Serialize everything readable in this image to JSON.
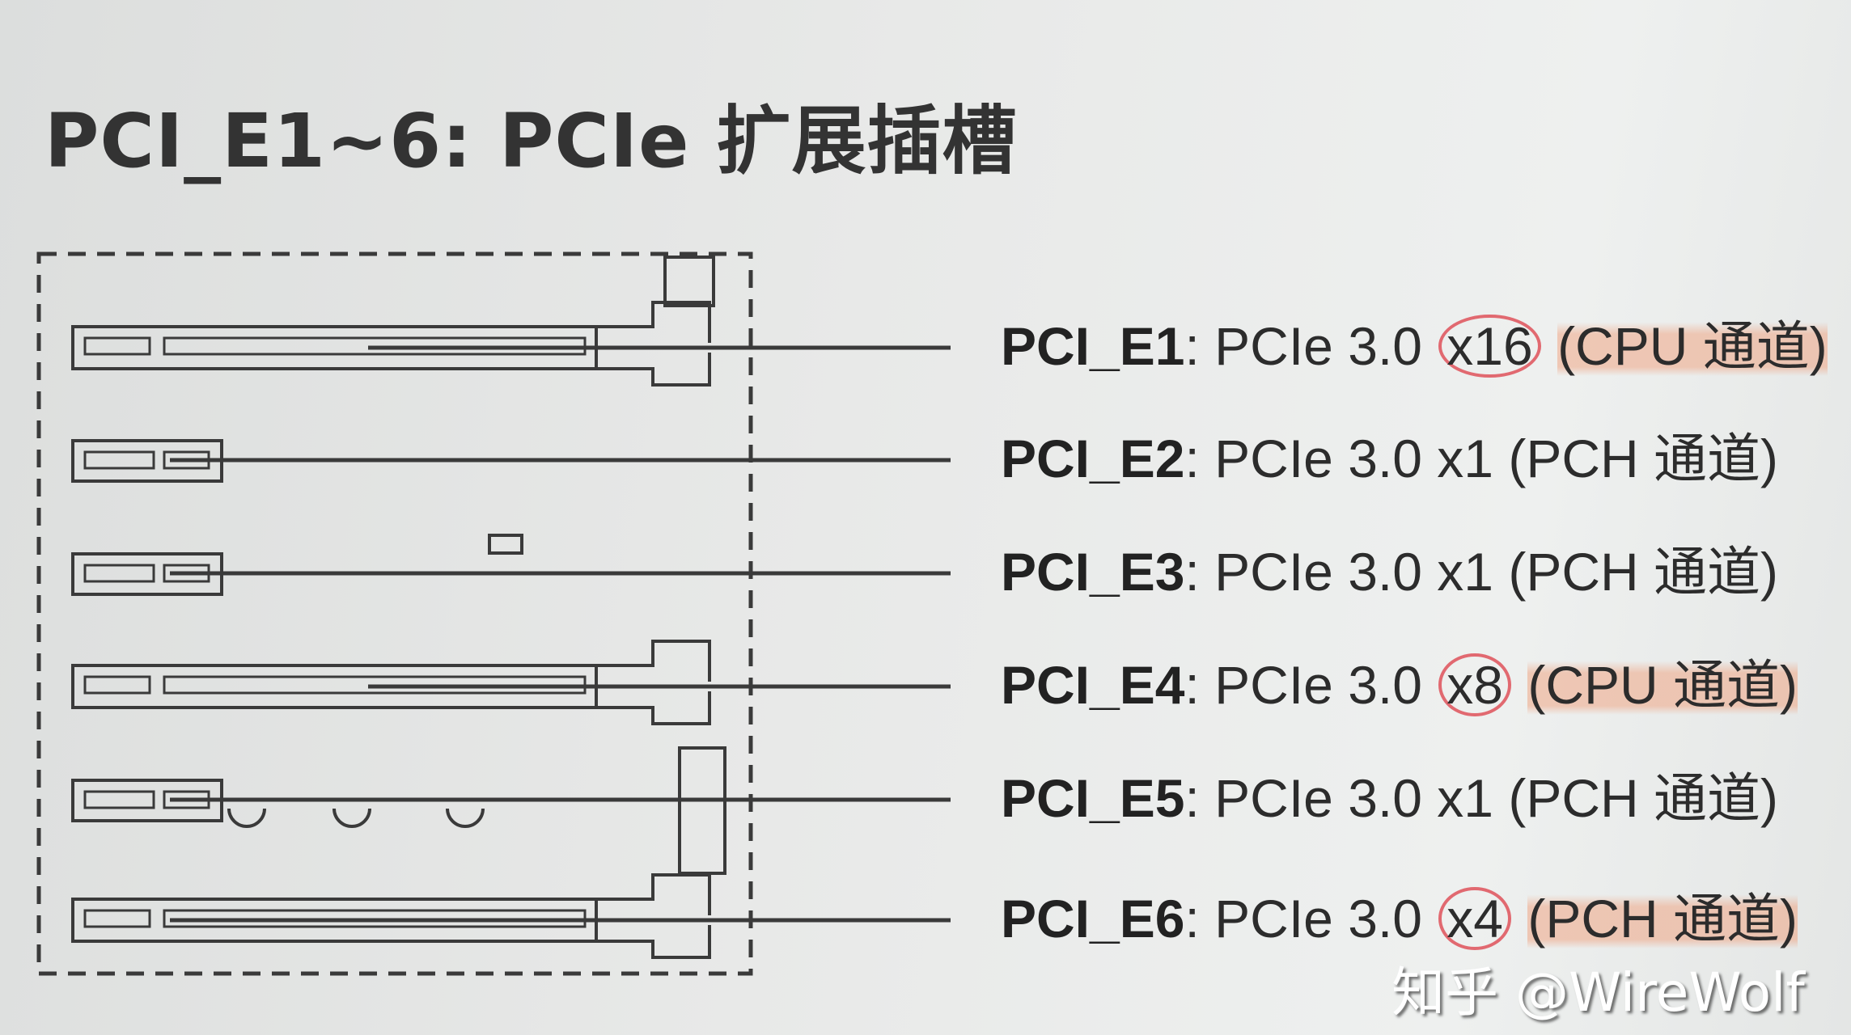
{
  "title": "PCI_E1~6: PCIe 扩展插槽",
  "slots": [
    {
      "name": "PCI_E1",
      "sep": ": PCIe 3.0 ",
      "lanes": "x16",
      "lanes_circled": true,
      "channel": "(CPU 通道)",
      "highlighted": true,
      "length": "long"
    },
    {
      "name": "PCI_E2",
      "sep": ": PCIe 3.0 ",
      "lanes": "x1",
      "lanes_circled": false,
      "channel": "(PCH 通道)",
      "highlighted": false,
      "length": "short"
    },
    {
      "name": "PCI_E3",
      "sep": ": PCIe 3.0 ",
      "lanes": "x1",
      "lanes_circled": false,
      "channel": "(PCH 通道)",
      "highlighted": false,
      "length": "short"
    },
    {
      "name": "PCI_E4",
      "sep": ": PCIe 3.0 ",
      "lanes": "x8",
      "lanes_circled": true,
      "channel": "(CPU 通道)",
      "highlighted": true,
      "length": "long"
    },
    {
      "name": "PCI_E5",
      "sep": ": PCIe 3.0 ",
      "lanes": "x1",
      "lanes_circled": false,
      "channel": "(PCH 通道)",
      "highlighted": false,
      "length": "short"
    },
    {
      "name": "PCI_E6",
      "sep": ": PCIe 3.0 ",
      "lanes": "x4",
      "lanes_circled": true,
      "channel": "(PCH 通道)",
      "highlighted": true,
      "length": "long"
    }
  ],
  "watermark": "知乎 @WireWolf",
  "colors": {
    "annotation_circle": "#dc3c46",
    "highlight": "#f0966e",
    "ink": "#2a2a2a"
  }
}
